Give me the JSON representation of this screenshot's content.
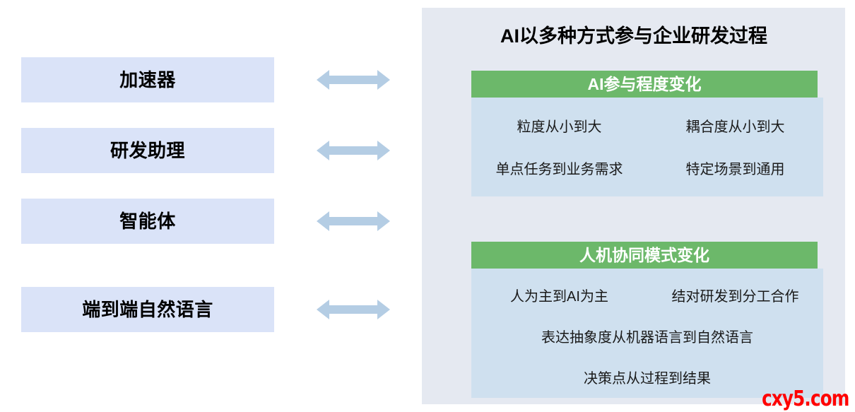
{
  "diagram": {
    "title": "AI以多种方式参与企业研发过程",
    "left_stages": [
      {
        "label": "加速器",
        "connector": "double-headed-arrow"
      },
      {
        "label": "研发助理",
        "connector": "double-headed-arrow"
      },
      {
        "label": "智能体",
        "connector": "double-headed-arrow"
      },
      {
        "label": "端到端自然语言",
        "connector": "double-headed-arrow"
      }
    ],
    "sections": [
      {
        "header": "AI参与程度变化",
        "rows": [
          [
            "粒度从小到大",
            "耦合度从小到大"
          ],
          [
            "单点任务到业务需求",
            "特定场景到通用"
          ]
        ]
      },
      {
        "header": "人机协同模式变化",
        "rows": [
          [
            "人为主到AI为主",
            "结对研发到分工合作"
          ],
          [
            "表达抽象度从机器语言到自然语言"
          ],
          [
            "决策点从过程到结果"
          ]
        ]
      }
    ]
  },
  "watermark": {
    "text": "cxy5.com"
  },
  "colors": {
    "stage_box": "#dae3f8",
    "arrow": "#b4cde4",
    "panel_bg": "#e5e9f1",
    "section_header": "#6cb86a",
    "section_body": "#cfe0ef",
    "watermark": "#ff0000"
  }
}
